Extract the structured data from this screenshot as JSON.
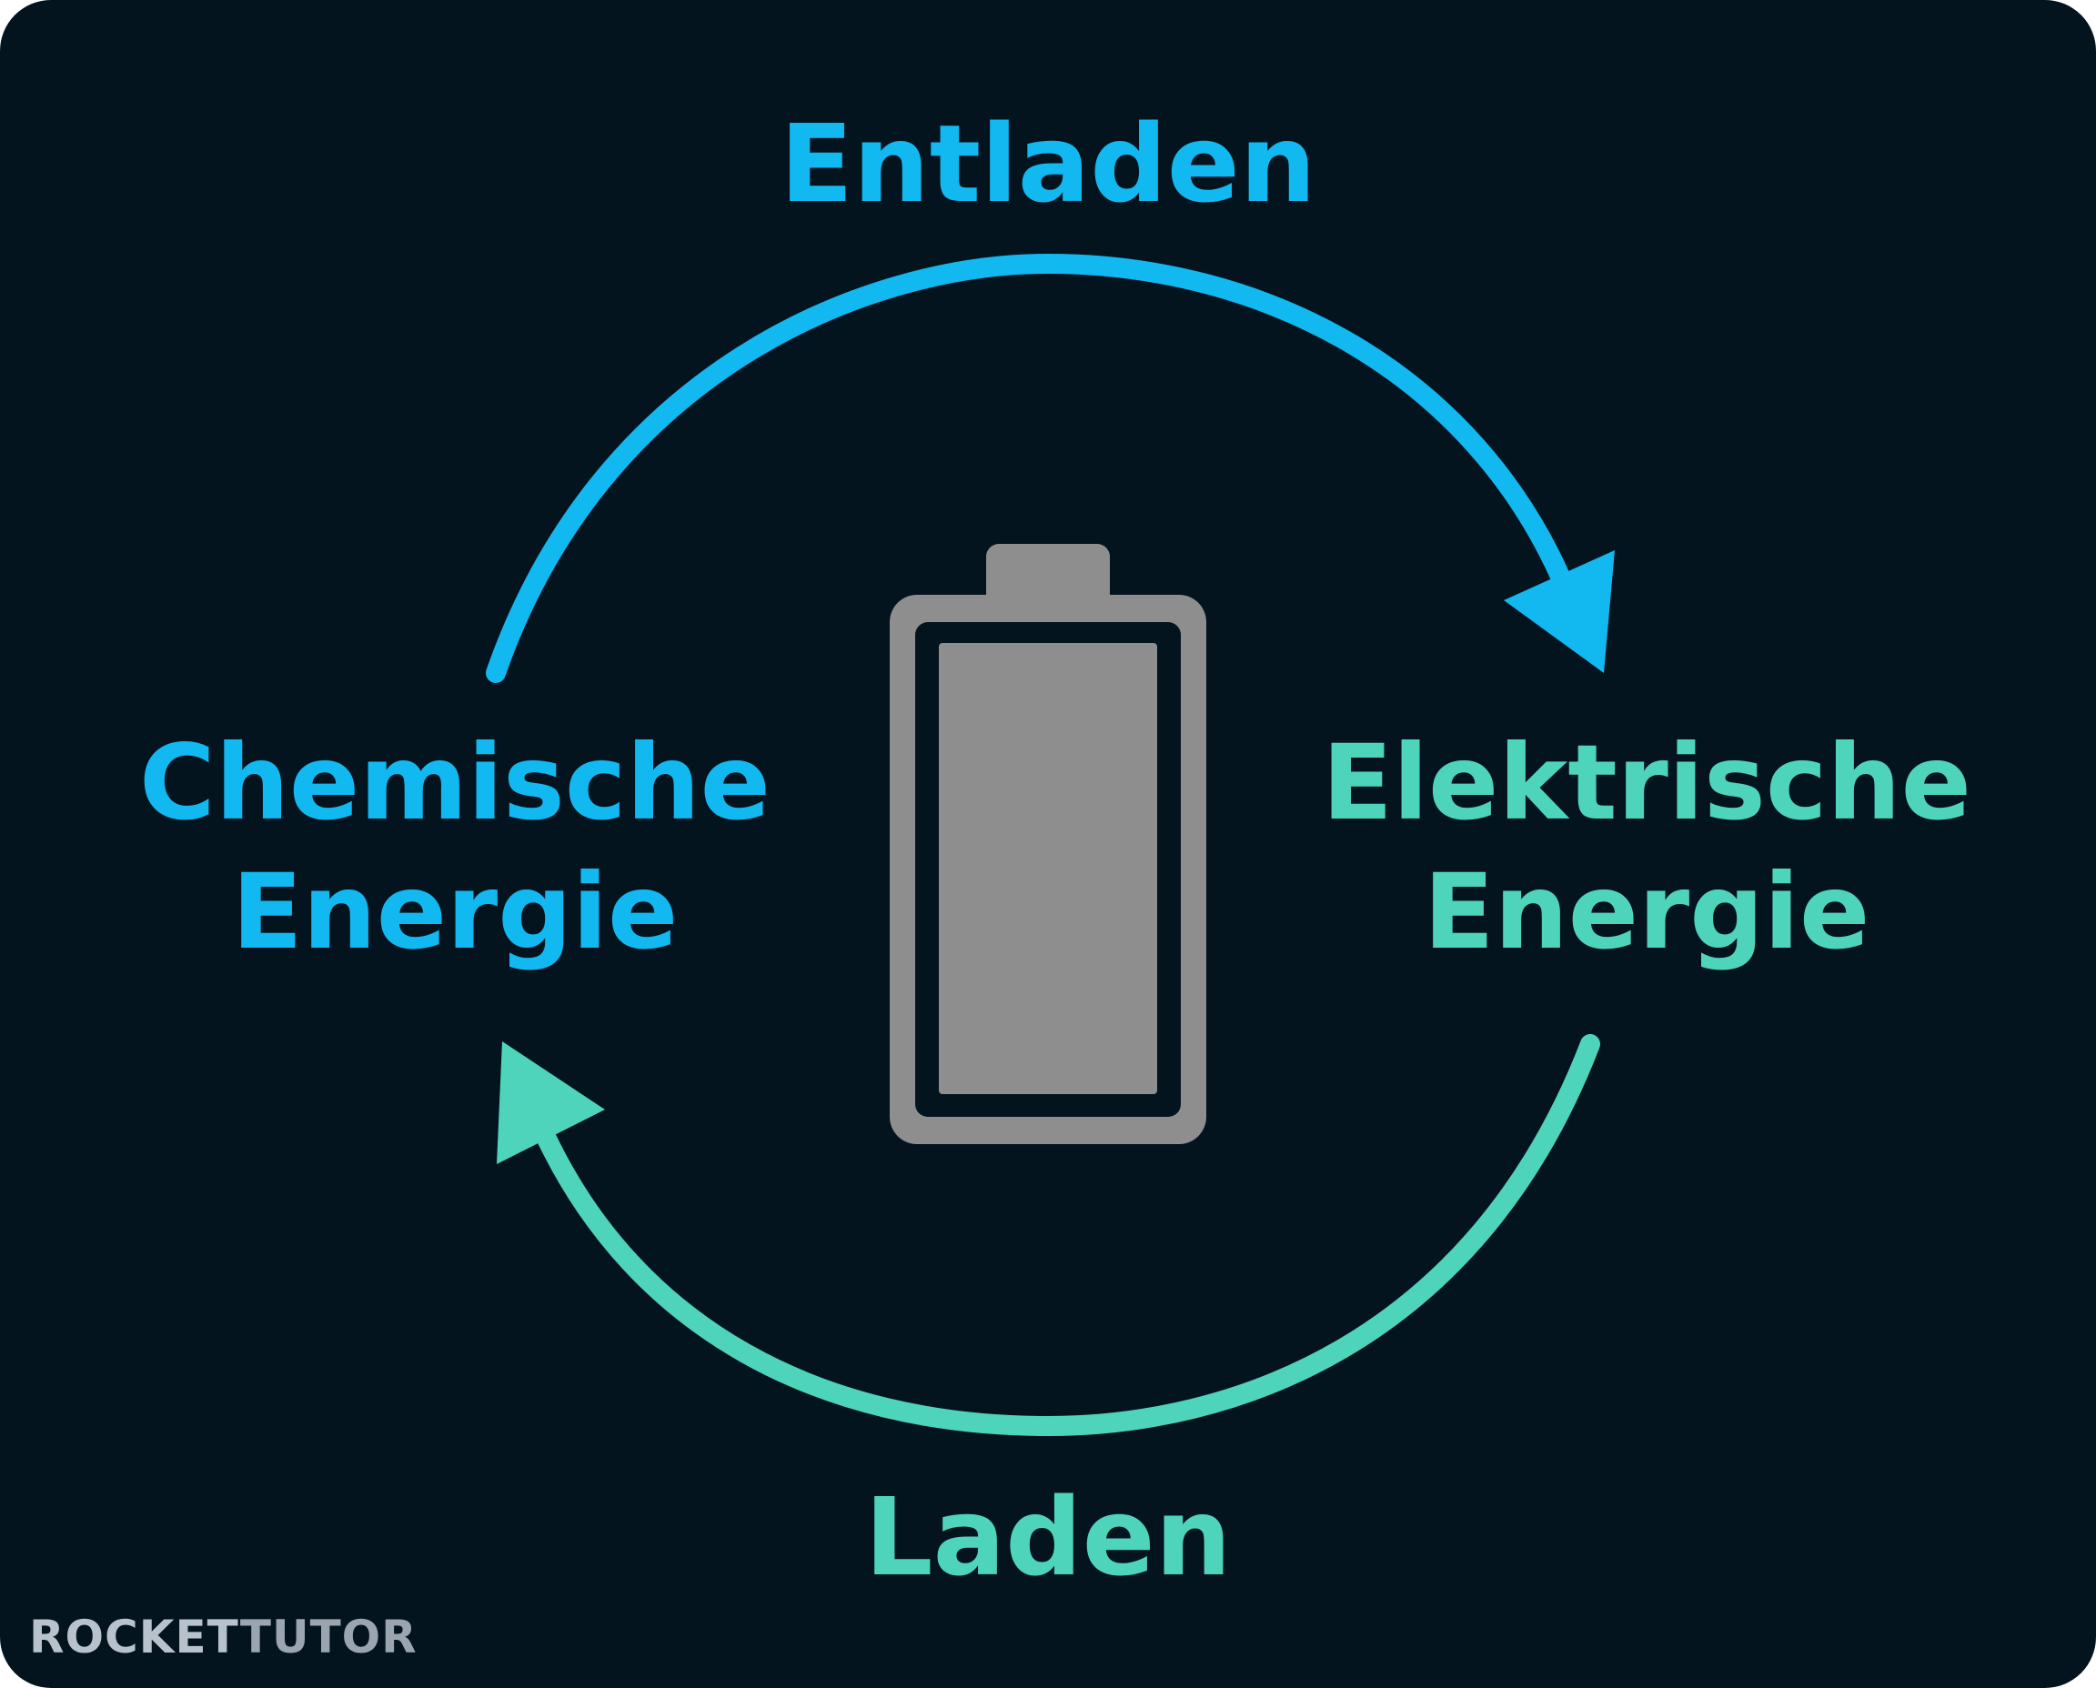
{
  "cycle": {
    "discharge_label": "Entladen",
    "charge_label": "Laden",
    "chemical_energy": {
      "line1": "Chemische",
      "line2": "Energie"
    },
    "electrical_energy": {
      "line1": "Elektrische",
      "line2": "Energie"
    }
  },
  "branding": {
    "logo_part1": "ROCKET",
    "logo_part2": "TUTOR"
  },
  "icons": {
    "center": "battery-icon",
    "discharge_arrow": "arrow-clockwise-icon",
    "charge_arrow": "arrow-counterclockwise-icon"
  },
  "colors": {
    "background": "#03141f",
    "discharge": "#12b8f0",
    "charge": "#4fd4bc",
    "battery": "#8e8e8e"
  }
}
